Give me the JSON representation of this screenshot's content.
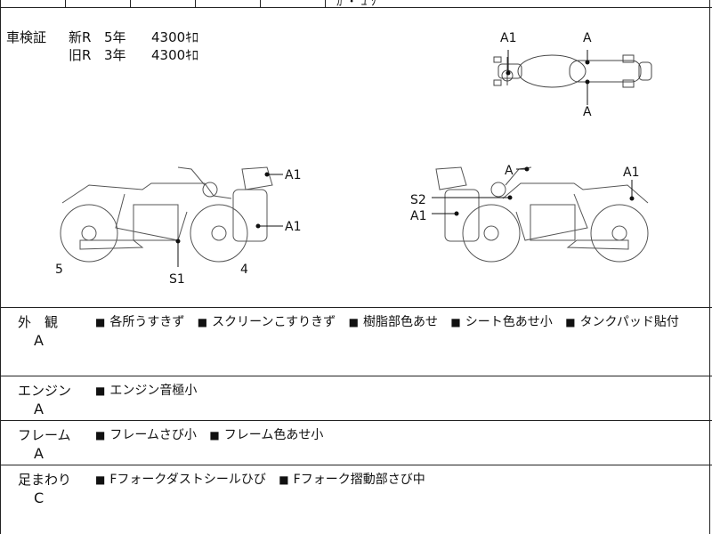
{
  "top": {
    "fragment": "ｶ   ・ ﾕ ｿ"
  },
  "certificate": {
    "label": "車検証",
    "rows": [
      {
        "type": "新R",
        "term": "5年",
        "price": "4300ｷﾛ"
      },
      {
        "type": "旧R",
        "term": "3年",
        "price": "4300ｷﾛ"
      }
    ]
  },
  "diagram_labels": {
    "top_a1": "A1",
    "top_a_up": "A",
    "top_a_down": "A",
    "left_a1_upper": "A1",
    "left_a1_lower": "A1",
    "left_5": "5",
    "left_4": "4",
    "left_s1": "S1",
    "right_a": "A",
    "right_a1": "A1",
    "right_s2": "S2",
    "right_a1_left": "A1"
  },
  "sections": [
    {
      "title": "外　観",
      "grade": "A",
      "items": [
        "各所うすきず",
        "スクリーンこすりきず",
        "樹脂部色あせ",
        "シート色あせ小",
        "タンクパッド貼付"
      ]
    },
    {
      "title": "エンジン",
      "grade": "A",
      "items": [
        "エンジン音極小"
      ]
    },
    {
      "title": "フレーム",
      "grade": "A",
      "items": [
        "フレームさび小",
        "フレーム色あせ小"
      ]
    },
    {
      "title": "足まわり",
      "grade": "C",
      "items": [
        "Fフォークダストシールひび",
        "Fフォーク摺動部さび中"
      ]
    }
  ],
  "bullet": "■"
}
